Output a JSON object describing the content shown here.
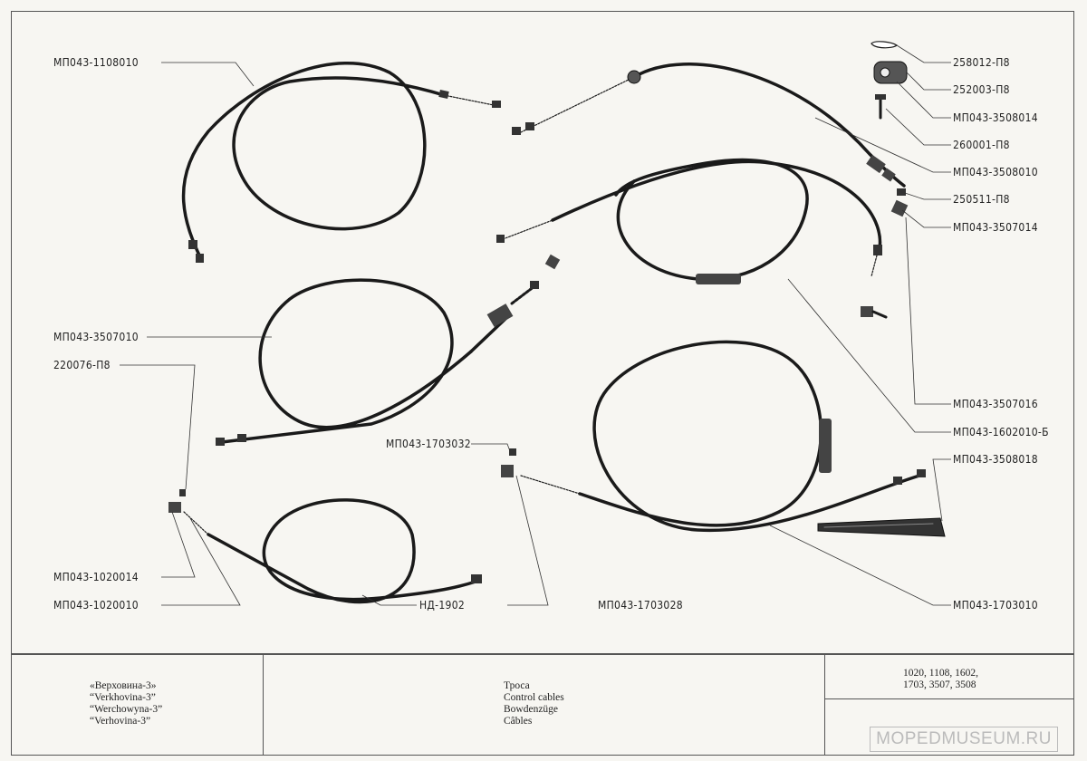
{
  "labels": {
    "mp_1108010": "МП043-1108010",
    "p_258012": "258012-П8",
    "p_252003": "252003-П8",
    "mp_3508014": "МП043-3508014",
    "p_260001": "260001-П8",
    "mp_3508010": "МП043-3508010",
    "p_250511": "250511-П8",
    "mp_3507014": "МП043-3507014",
    "mp_3507010": "МП043-3507010",
    "p_220076": "220076-П8",
    "mp_3507016": "МП043-3507016",
    "mp_1602010": "МП043-1602010-Б",
    "mp_1703032": "МП043-1703032",
    "mp_3508018": "МП043-3508018",
    "mp_1020014": "МП043-1020014",
    "mp_1020010": "МП043-1020010",
    "nd_1902": "НД-1902",
    "mp_1703028": "МП043-1703028",
    "mp_1703010": "МП043-1703010"
  },
  "title_block": {
    "model_ru": "«Верховина-3»",
    "model_en": "“Verkhovina-3”",
    "model_de": "“Werchowyna-3”",
    "model_fr": "“Verhovina-3”",
    "name_ru": "Троса",
    "name_en": "Control cables",
    "name_de": "Bowdenzüge",
    "name_fr": "Câbles",
    "groups_line1": "1020, 1108, 1602,",
    "groups_line2": "1703, 3507, 3508"
  },
  "watermark": "MOPEDMUSEUM.RU"
}
